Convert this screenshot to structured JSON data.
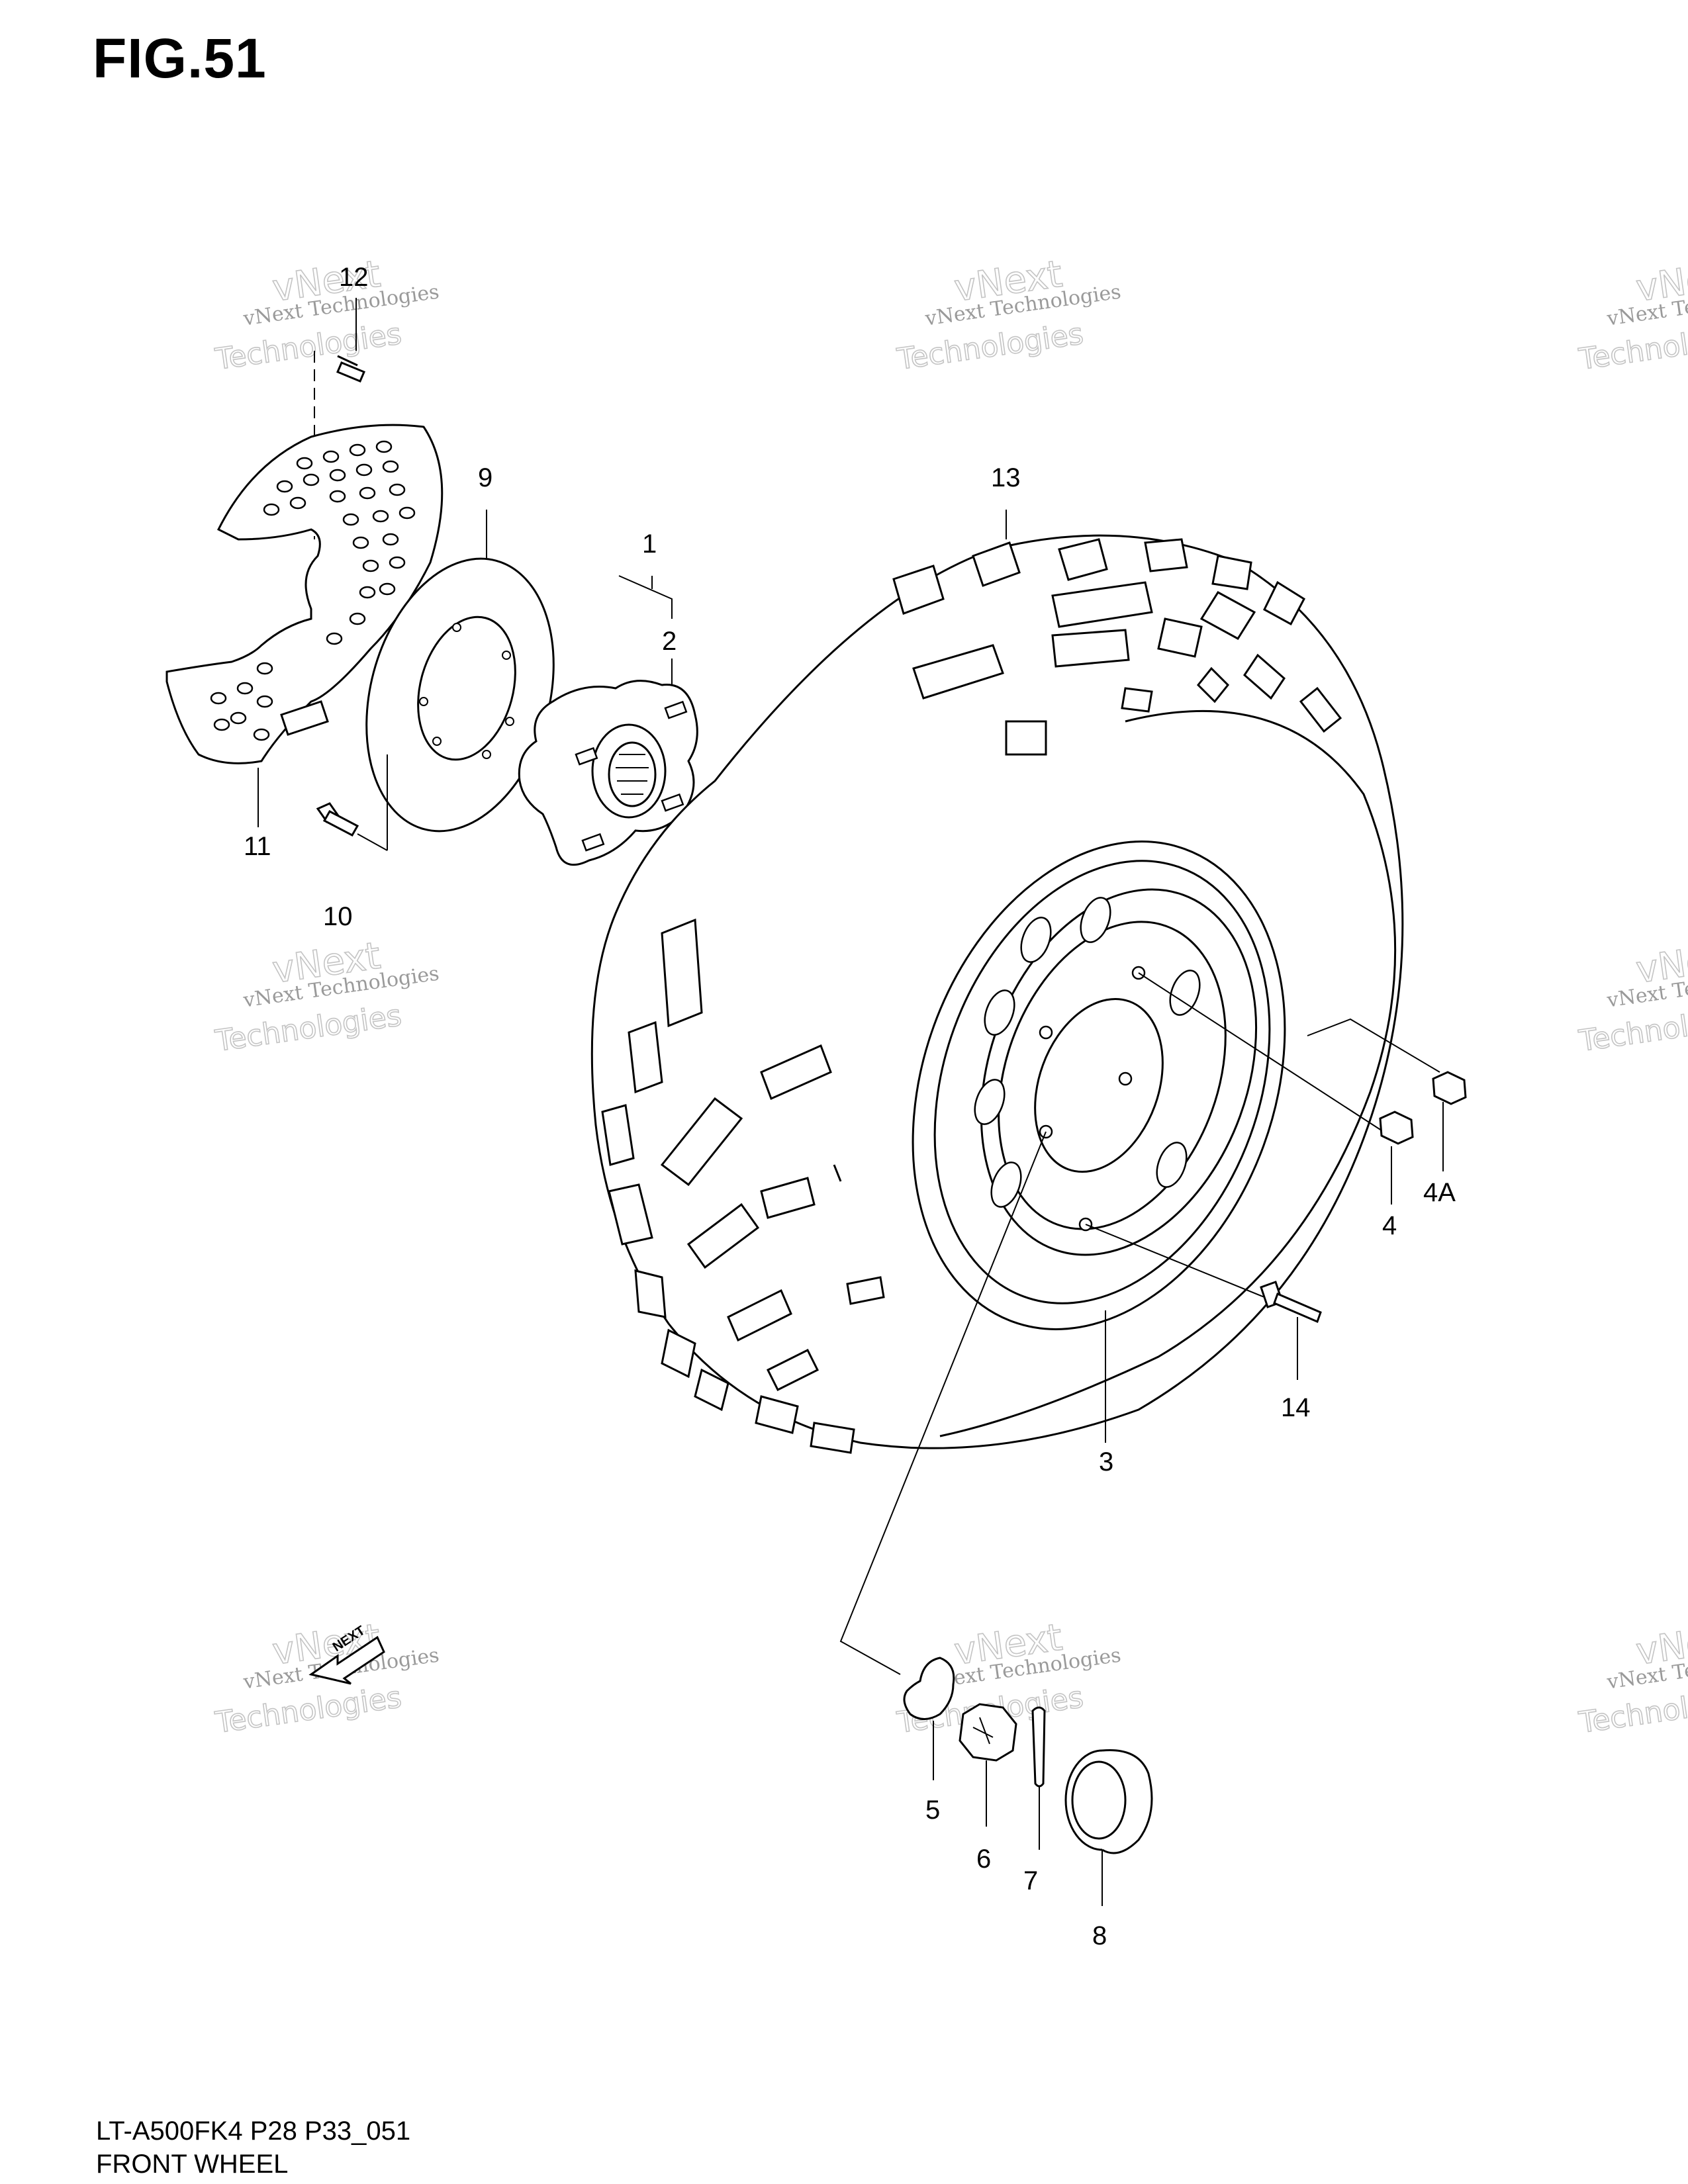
{
  "figure": {
    "title": "FIG.51"
  },
  "footer": {
    "code": "LT-A500FK4 P28 P33_051",
    "name": "FRONT WHEEL"
  },
  "watermark": {
    "line1": "vNext Technologies",
    "line2": "vNext",
    "line3": "Technologies"
  },
  "callouts": {
    "c1": "1",
    "c2": "2",
    "c3": "3",
    "c4": "4",
    "c4a": "4A",
    "c5": "5",
    "c6": "6",
    "c7": "7",
    "c8": "8",
    "c9": "9",
    "c10": "10",
    "c11": "11",
    "c12": "12",
    "c13": "13",
    "c14": "14"
  },
  "next_arrow": {
    "label": "NEXT"
  }
}
